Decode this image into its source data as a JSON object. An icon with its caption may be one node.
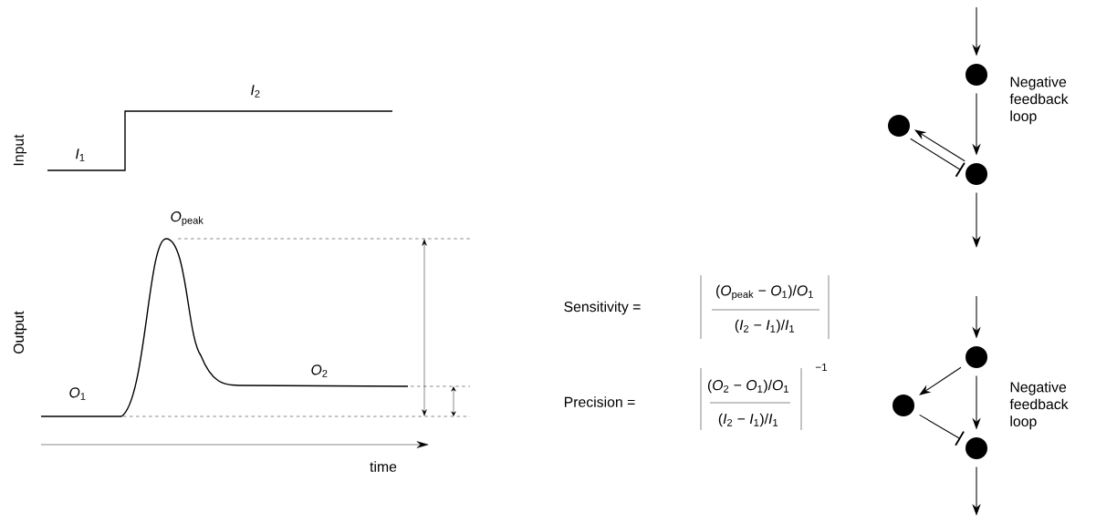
{
  "diagram": {
    "nodes": [
      {
        "text": [],
        "shape": "circle"
      },
      {
        "text": [],
        "shape": "circle"
      },
      {
        "text": [],
        "shape": "circle"
      },
      {
        "text": [],
        "shape": "circle"
      },
      {
        "text": [],
        "shape": "circle"
      },
      {
        "text": [],
        "shape": "circle"
      }
    ],
    "edges": [
      {
        "from": null,
        "to": 0,
        "arrow": "to"
      },
      {
        "from": 0,
        "to": 2,
        "arrow": "to"
      },
      {
        "from": 2,
        "to": 1,
        "arrow": "to"
      },
      {
        "from": 1,
        "to": 2,
        "arrow": "other"
      },
      {
        "from": 2,
        "to": null,
        "arrow": "to"
      },
      {
        "from": null,
        "to": 3,
        "arrow": "to"
      },
      {
        "from": 3,
        "to": 4,
        "arrow": "to"
      },
      {
        "from": 3,
        "to": 5,
        "arrow": "to"
      },
      {
        "from": 4,
        "to": 5,
        "arrow": "other"
      },
      {
        "from": 5,
        "to": null,
        "arrow": "to"
      }
    ],
    "labels": [
      "Input",
      "*I*$_{1}$",
      "*I*$_{2}$",
      "Output",
      "*O*$_{peak}$",
      "*O*$_{1}$",
      "*O*$_{2}$",
      "time",
      "Sensitivity =",
      "(*O*$_{peak}$ − *O*$_{1}$)/*O*$_{1}$",
      "(*I*$_{2}$ − *I*$_{1}$)/*I*$_{1}$",
      "Precision =",
      "(*O*$_{2}$ − *O*$_{1}$)/*O*$_{1}$",
      "(*I*$_{2}$ − *I*$_{1}$)/*I*$_{1}$",
      "−1",
      "Negative feedback loop",
      "Negative feedback loop"
    ]
  }
}
